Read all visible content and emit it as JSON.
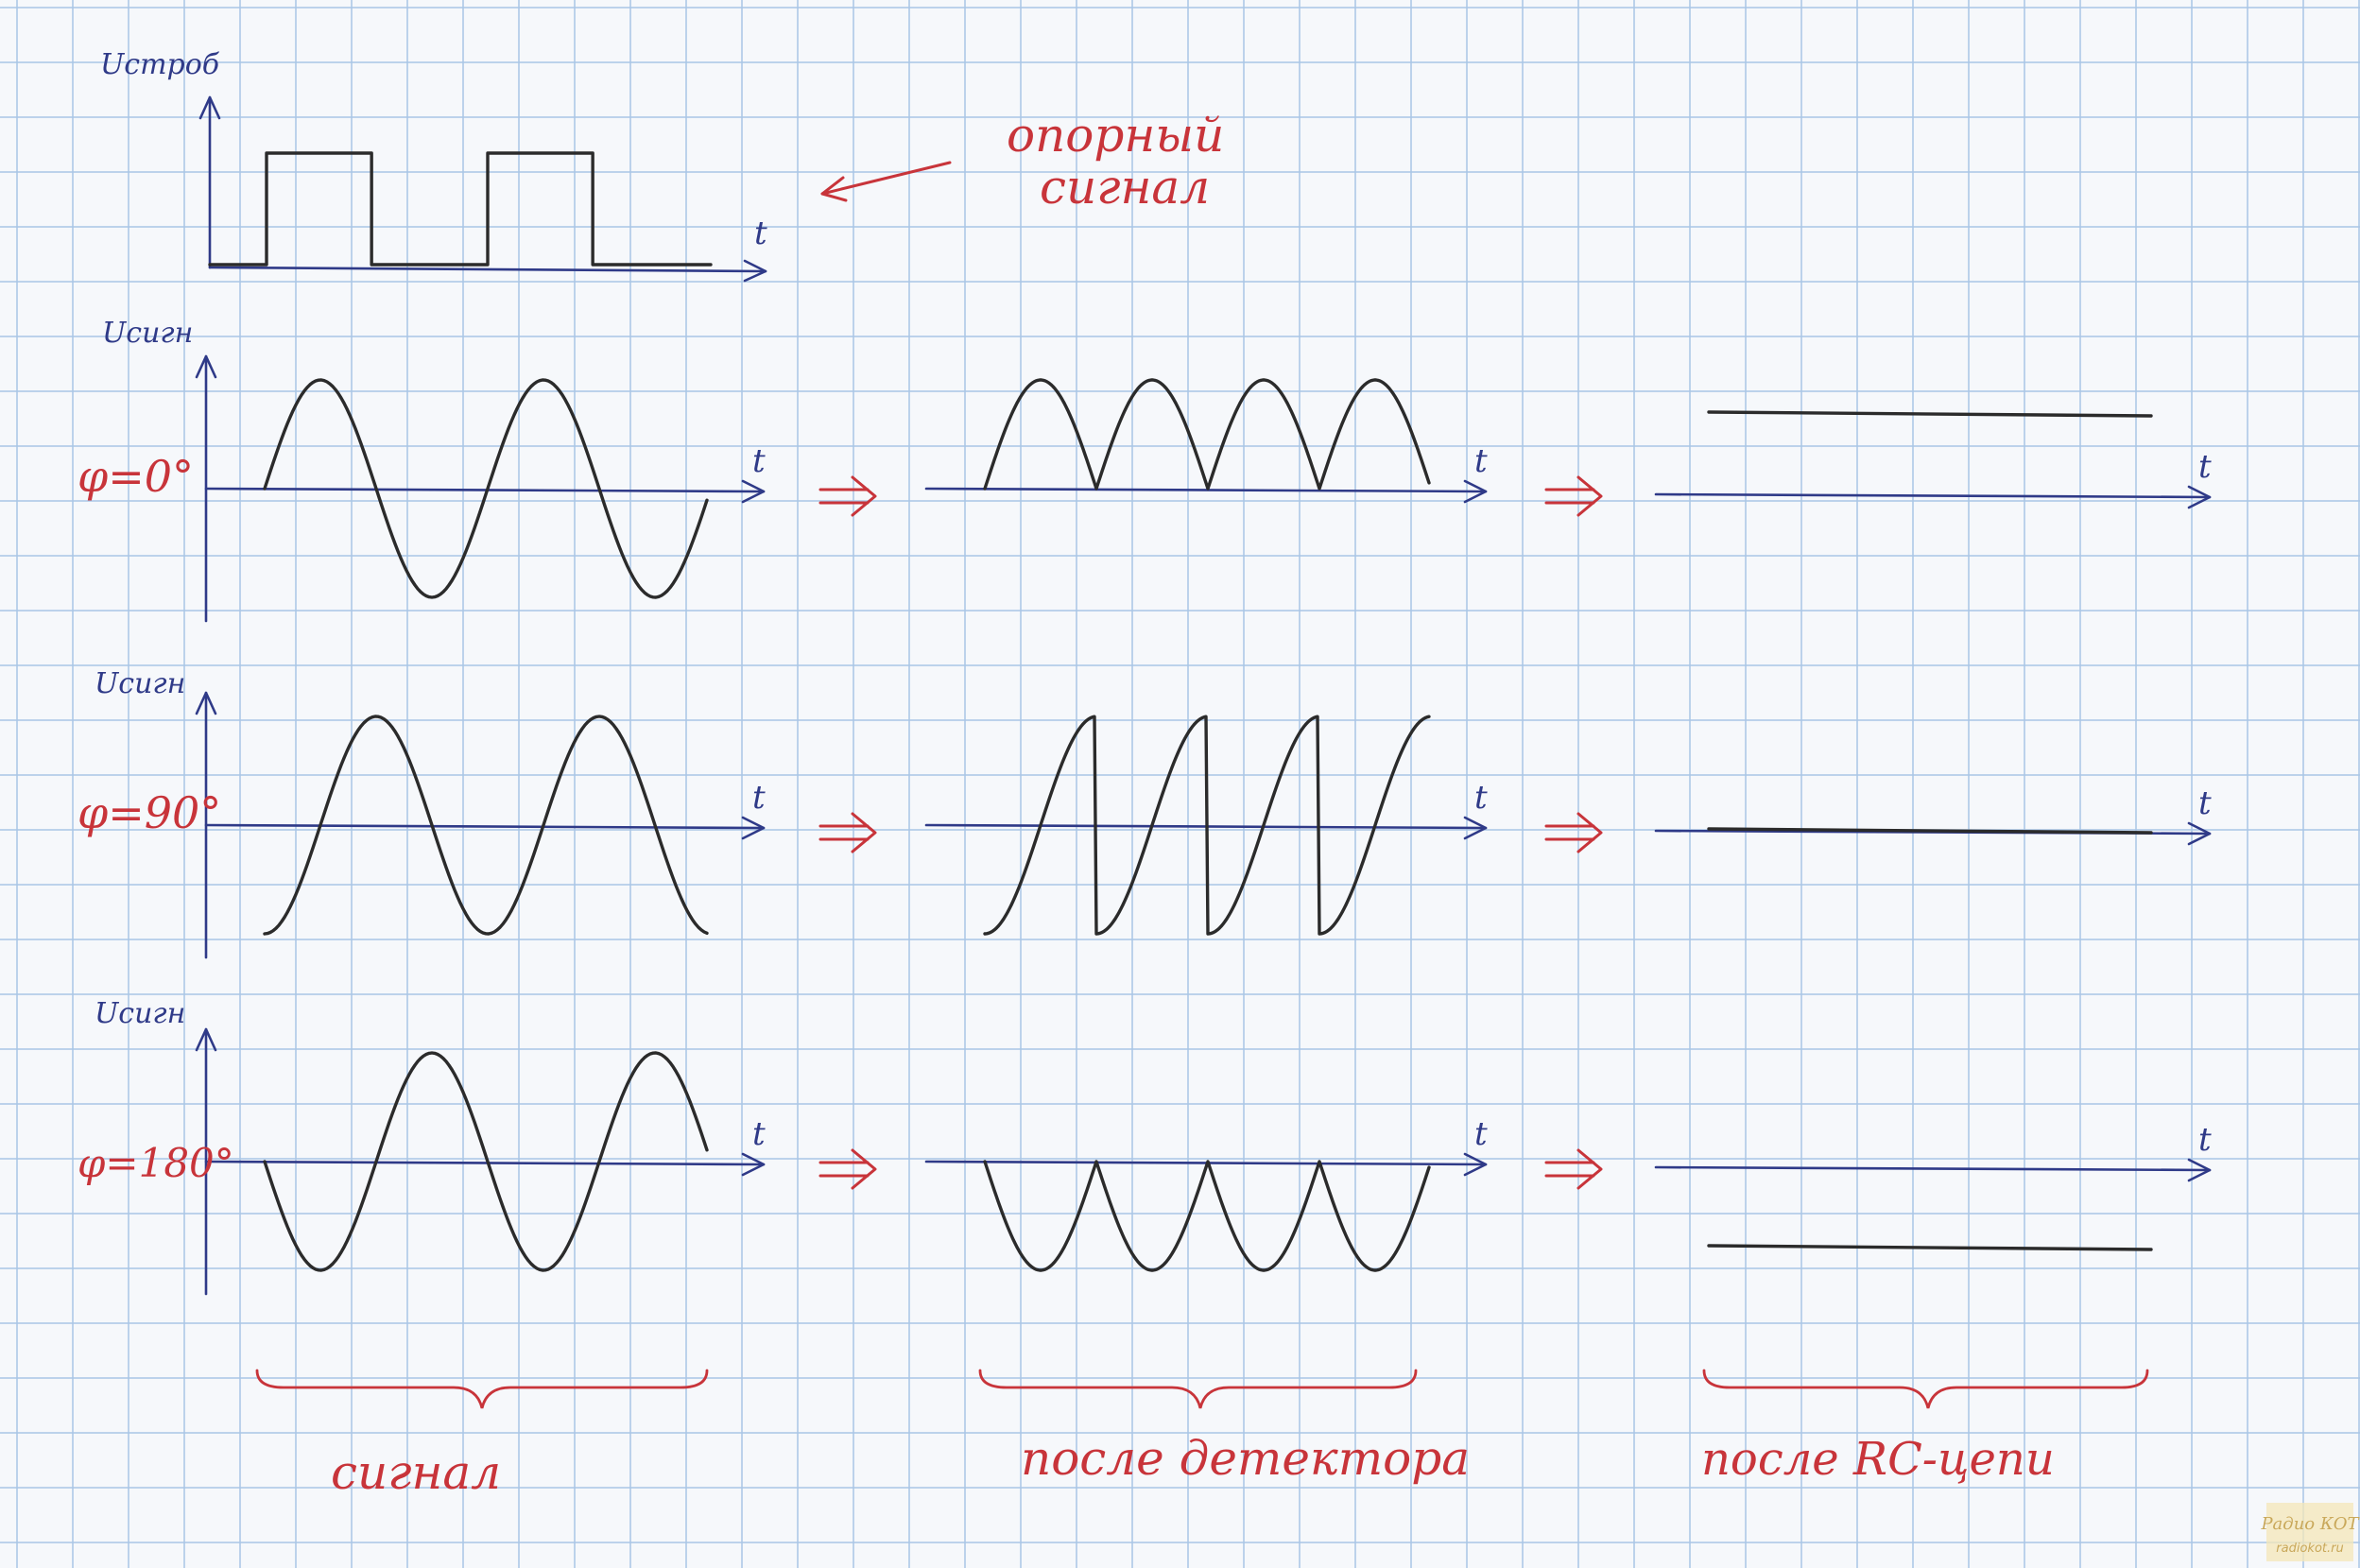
{
  "labels": {
    "u_strob": "Uстроб",
    "u_sign_1": "Uсигн",
    "u_sign_2": "Uсигн",
    "u_sign_3": "Uсигн",
    "t": "t",
    "reference_line1": "опорный",
    "reference_line2": "сигнал",
    "phase_0": "φ=0°",
    "phase_90": "φ=90°",
    "phase_180": "φ=180°",
    "column_signal": "сигнал",
    "column_detector": "после детектора",
    "column_rc": "после RC-цепи",
    "watermark_line1": "Радио КОТ",
    "watermark_line2": "radiokot.ru"
  },
  "colors": {
    "ink_blue": "#2f3a88",
    "ink_red": "#c8343a",
    "ink_black": "#2b2b2b",
    "grid": "#a9c6e6",
    "paper": "#f6f8fb"
  },
  "rows": [
    {
      "phase_key": "phase_0",
      "phase_deg": 0,
      "dc_level": 1
    },
    {
      "phase_key": "phase_90",
      "phase_deg": 90,
      "dc_level": 0
    },
    {
      "phase_key": "phase_180",
      "phase_deg": 180,
      "dc_level": -1
    }
  ],
  "reference_square": {
    "duty": 0.5,
    "periods": 2
  }
}
